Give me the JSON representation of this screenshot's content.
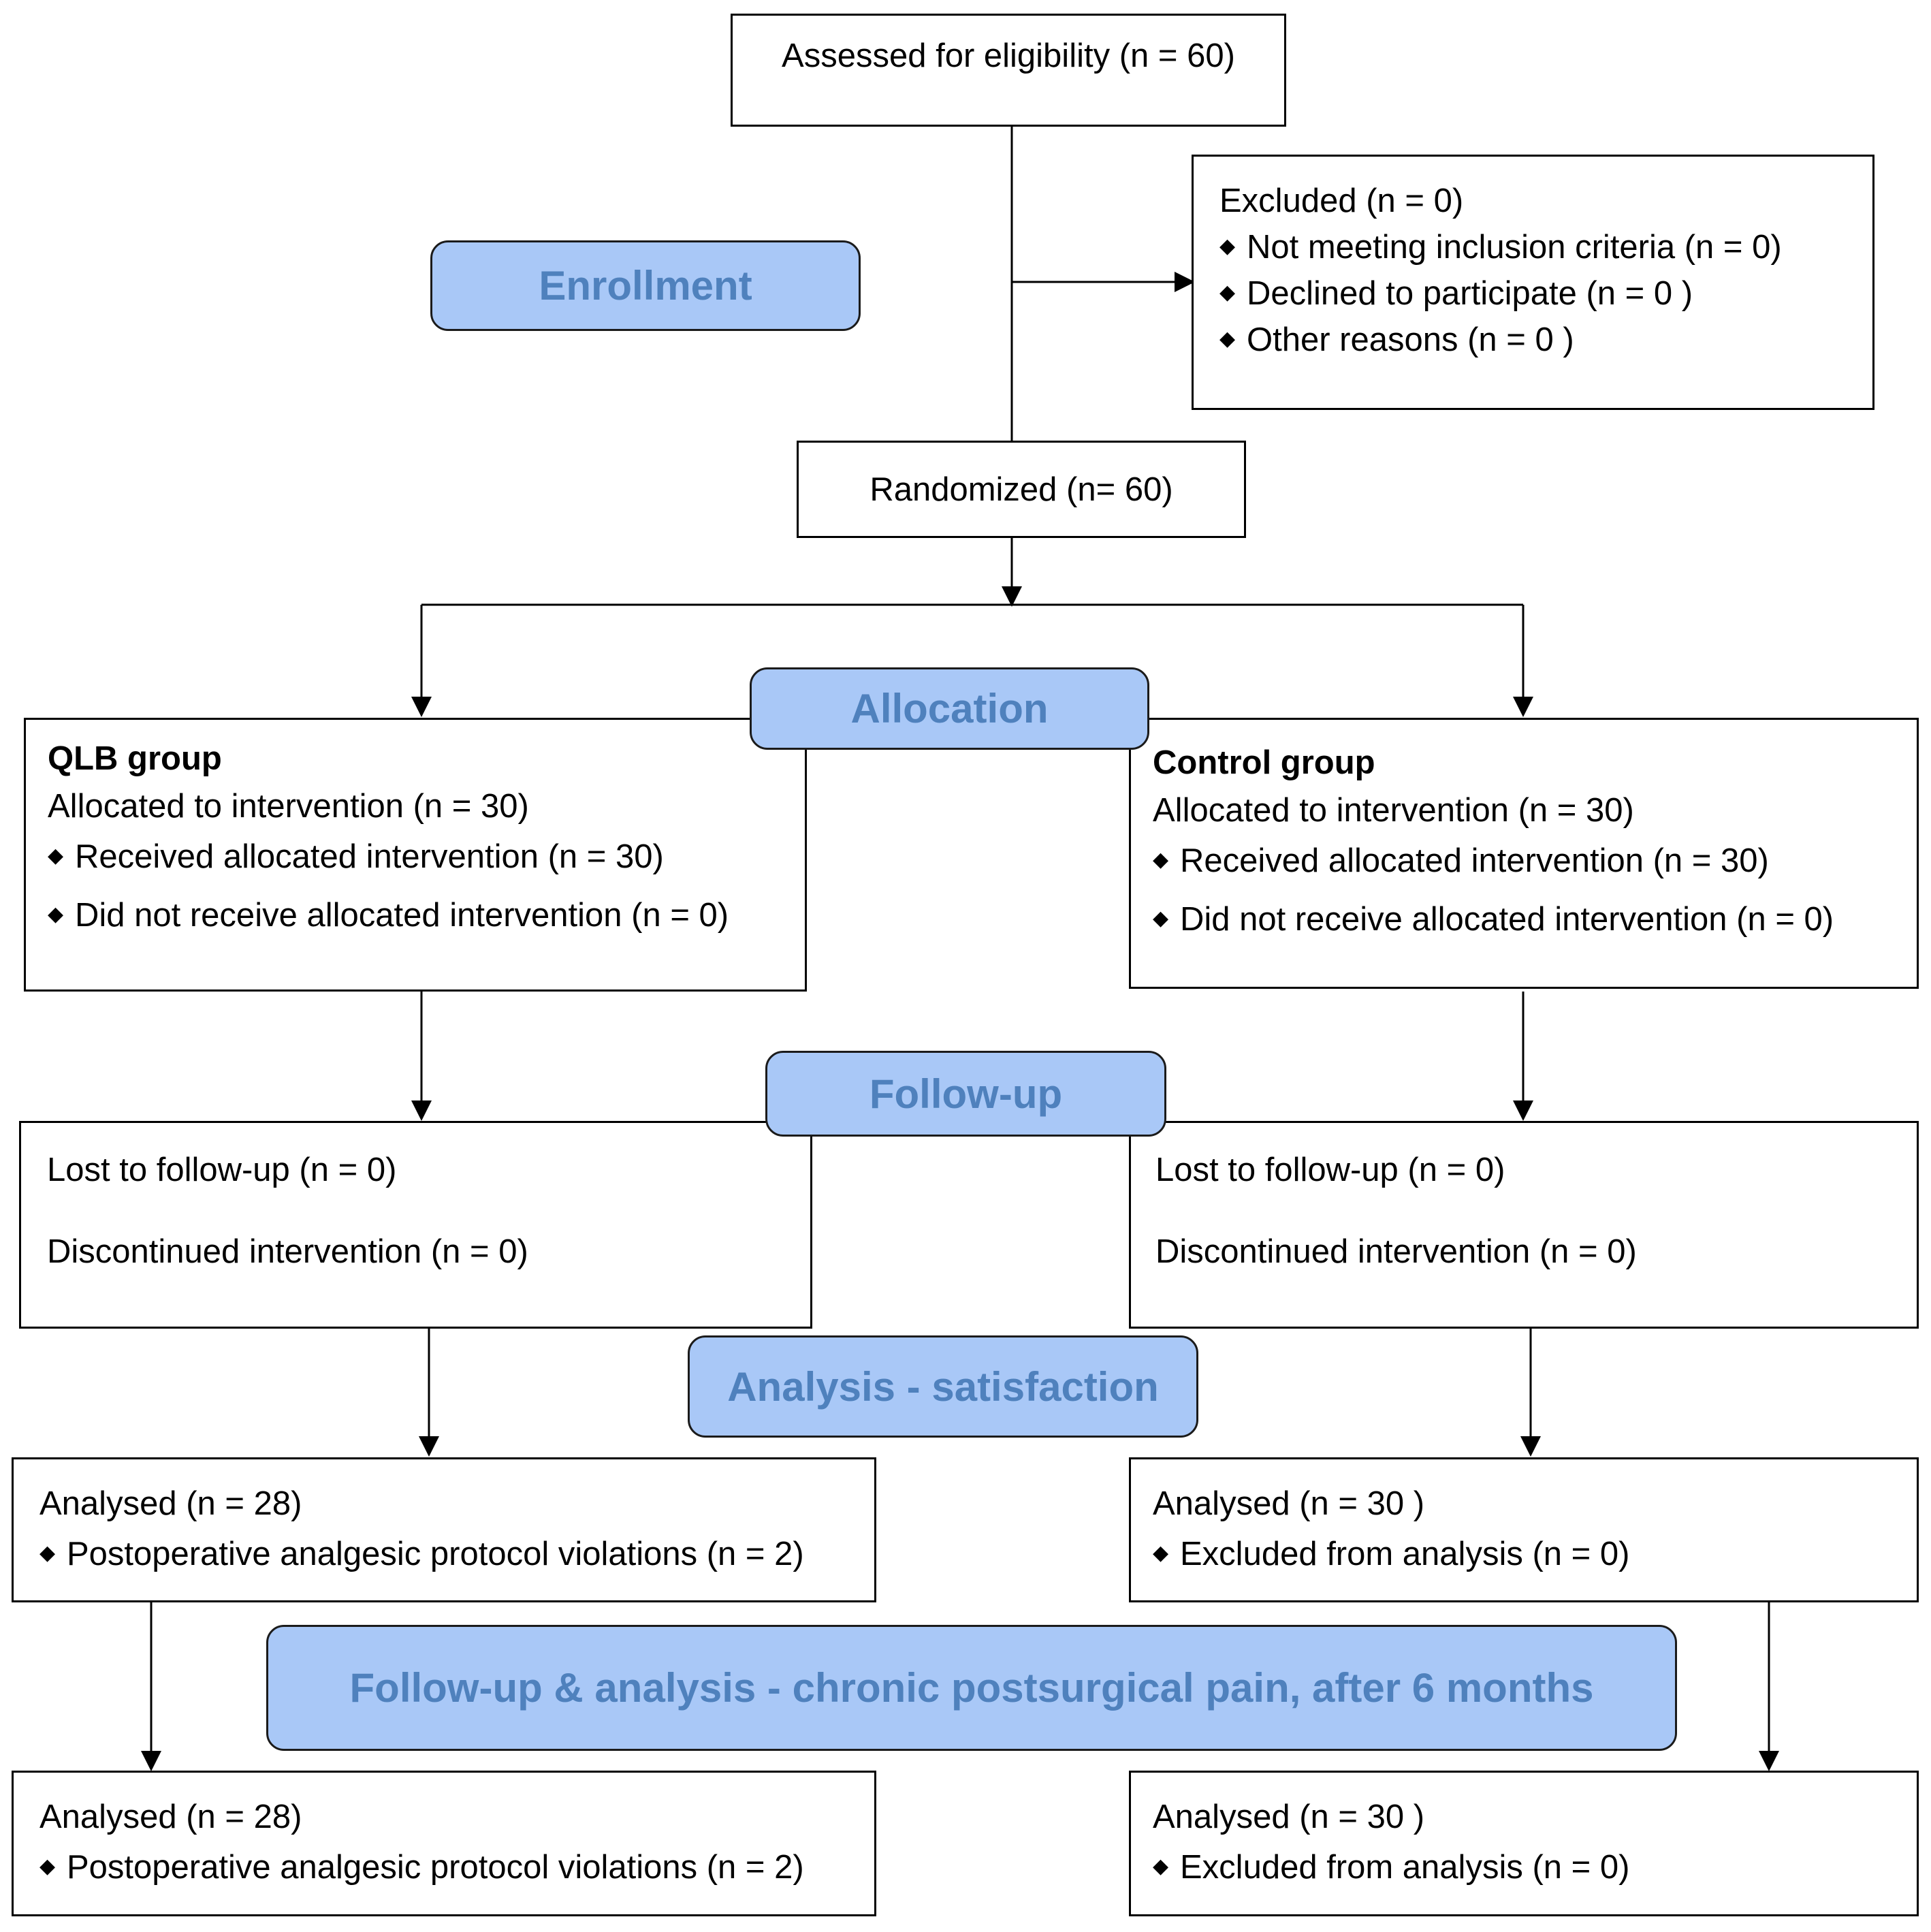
{
  "enrollment": {
    "assessed": "Assessed for eligibility (n = 60)",
    "excluded": {
      "title": "Excluded  (n = 0)",
      "items": [
        "Not meeting inclusion criteria (n = 0)",
        "Declined to participate (n = 0 )",
        "Other reasons (n = 0 )"
      ]
    },
    "randomized": "Randomized (n= 60)"
  },
  "stages": {
    "enrollment": "Enrollment",
    "allocation": "Allocation",
    "followup": "Follow-up",
    "analysis": "Analysis -  satisfaction",
    "chronic": "Follow-up & analysis -  chronic postsurgical pain, after 6 months"
  },
  "bullet_glyph": "◆",
  "qlb": {
    "allocation": {
      "title": "QLB group",
      "allocated": "Allocated to intervention (n = 30)",
      "items": [
        "Received allocated intervention (n = 30)",
        "Did not receive allocated intervention (n = 0)"
      ]
    },
    "followup": {
      "lost": "Lost to follow-up (n = 0)",
      "discontinued": "Discontinued intervention (n = 0)"
    },
    "analysis": {
      "analysed": "Analysed  (n = 28)",
      "item": "Postoperative analgesic protocol violations (n = 2)"
    },
    "chronic": {
      "analysed": "Analysed  (n = 28)",
      "item": "Postoperative analgesic protocol violations (n = 2)"
    }
  },
  "control": {
    "allocation": {
      "title": "Control group",
      "allocated": "Allocated to intervention (n = 30)",
      "items": [
        "Received allocated intervention (n = 30)",
        "Did not receive allocated intervention (n = 0)"
      ]
    },
    "followup": {
      "lost": "Lost to follow-up (n = 0)",
      "discontinued": "Discontinued intervention (n = 0)"
    },
    "analysis": {
      "analysed": "Analysed  (n = 30 )",
      "item": "Excluded from analysis (n = 0)"
    },
    "chronic": {
      "analysed": "Analysed  (n = 30 )",
      "item": "Excluded from analysis (n = 0)"
    }
  },
  "colors": {
    "stage_fill": "#a9c8f7",
    "stage_text": "#4f81bd",
    "line": "#000000"
  }
}
